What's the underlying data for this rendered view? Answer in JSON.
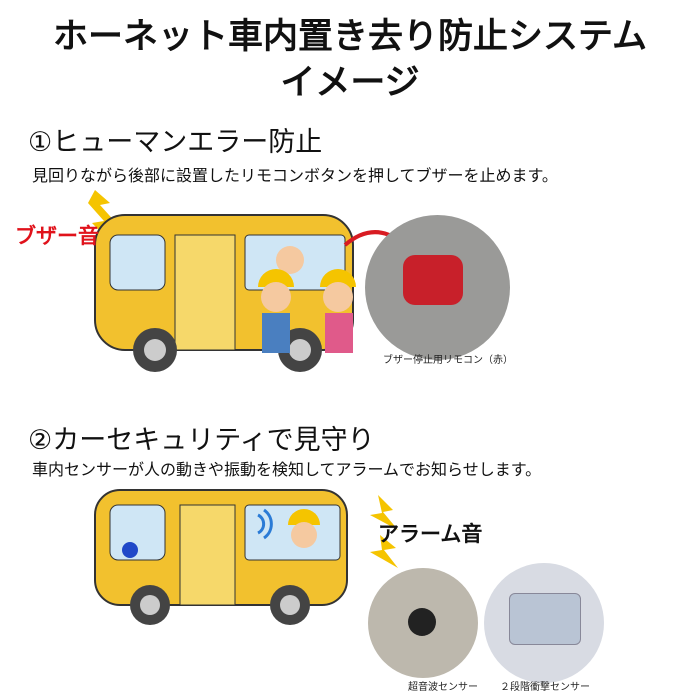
{
  "title": {
    "line1": "ホーネット車内置き去り防止システム",
    "line2": "イメージ"
  },
  "section1": {
    "heading": "①ヒューマンエラー防止",
    "description": "見回りながら後部に設置したリモコンボタンを押してブザーを止めます。",
    "sound_label": "ブザー音",
    "photo_caption": "ブザー停止用リモコン（赤）"
  },
  "section2": {
    "heading": "②カーセキュリティで見守り",
    "description": "車内センサーが人の動きや振動を検知してアラームでお知らせします。",
    "sound_label": "アラーム音",
    "sensor1_caption": "超音波センサー",
    "sensor2_caption": "２段階衝撃センサー"
  },
  "colors": {
    "bus": "#f2c12e",
    "buzzer_text": "#e0121b",
    "lightning": "#f5c400",
    "remote": "#c8202a"
  }
}
